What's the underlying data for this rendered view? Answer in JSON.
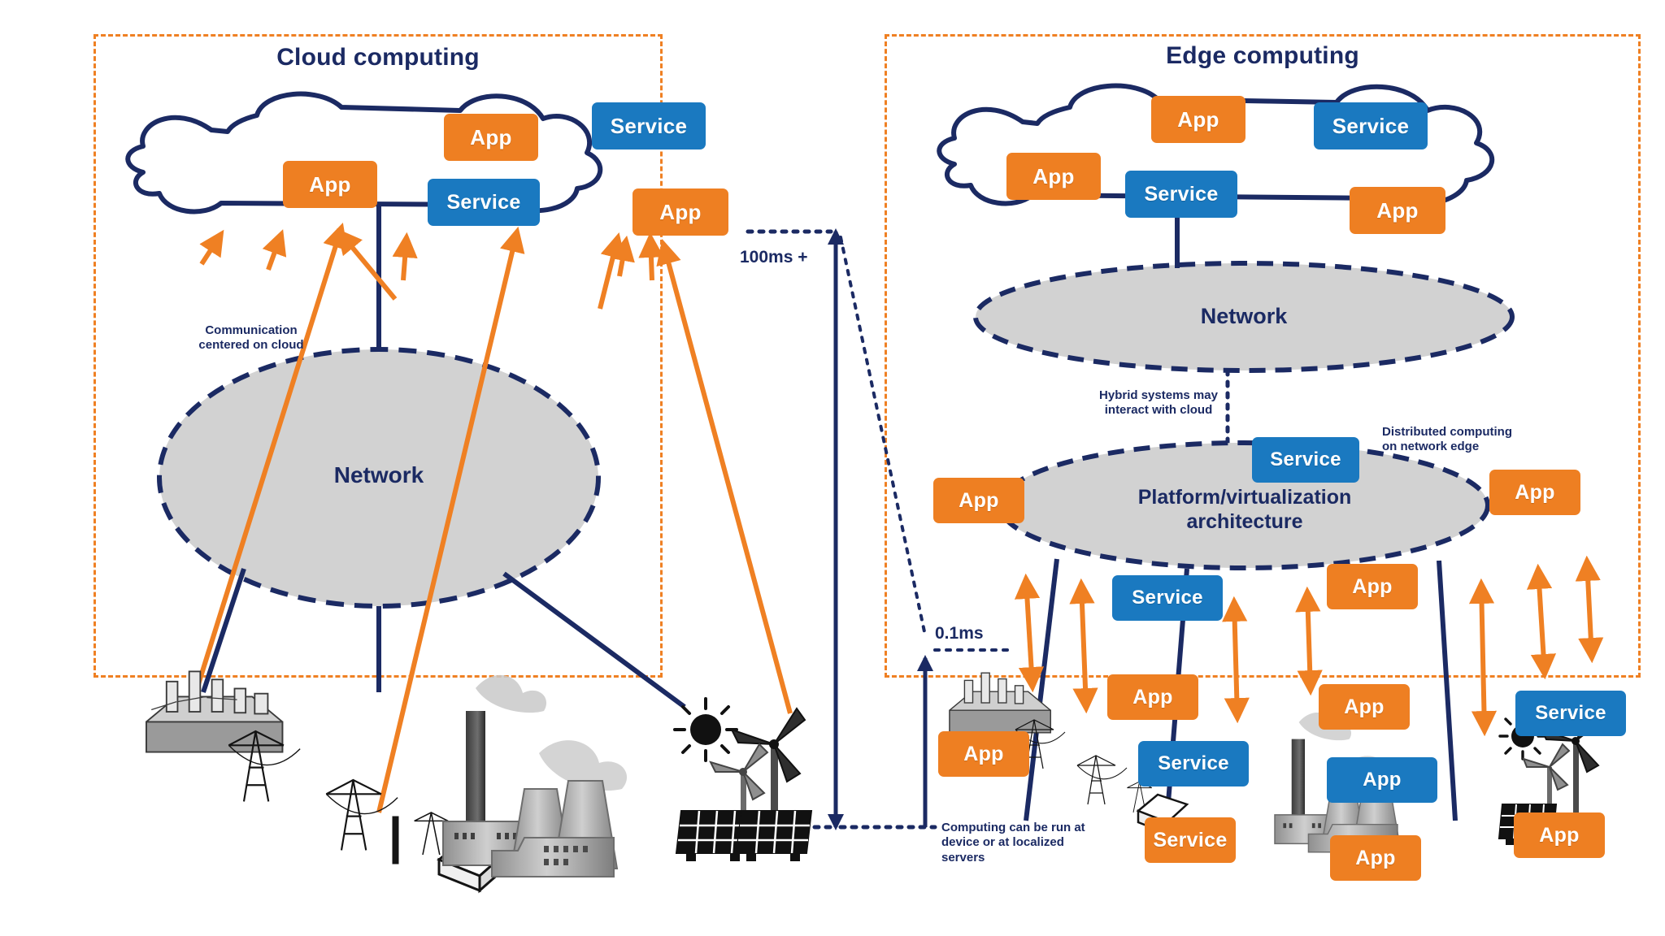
{
  "figure": {
    "type": "comparison-diagram",
    "panels": [
      {
        "id": "cloud",
        "title": "Cloud computing"
      },
      {
        "id": "edge",
        "title": "Edge computing"
      }
    ]
  },
  "colors": {
    "app_orange": "#ee7f22",
    "service_blue": "#1a79c0",
    "navy": "#1b2a63",
    "panel_border": "#ef8023",
    "ellipse_fill": "#d2d2d2",
    "arrow_orange": "#ef8023"
  },
  "cloud_panel": {
    "title": "Cloud computing",
    "cloud_chips": [
      {
        "label": "App",
        "kind": "app"
      },
      {
        "label": "Service",
        "kind": "service"
      },
      {
        "label": "App",
        "kind": "app"
      },
      {
        "label": "Service",
        "kind": "service"
      },
      {
        "label": "App",
        "kind": "app"
      }
    ],
    "network_label": "Network",
    "annotation": "Communication\ncentered on cloud",
    "latency": "100ms +",
    "devices": [
      "substation",
      "transmission-towers",
      "building",
      "power-plant",
      "solar-panels",
      "wind-turbines",
      "sun"
    ]
  },
  "edge_panel": {
    "title": "Edge computing",
    "cloud_chips": [
      {
        "label": "App",
        "kind": "app"
      },
      {
        "label": "Service",
        "kind": "service"
      },
      {
        "label": "App",
        "kind": "app"
      },
      {
        "label": "Service",
        "kind": "service"
      },
      {
        "label": "App",
        "kind": "app"
      }
    ],
    "network_label": "Network",
    "platform_label": "Platform/virtualization\narchitecture",
    "annotations": {
      "hybrid": "Hybrid systems may\ninteract with cloud",
      "distributed": "Distributed computing\non network edge",
      "localized": "Computing can be run at\ndevice or at localized\nservers"
    },
    "latency": "0.1ms",
    "edge_chips": [
      {
        "label": "App",
        "kind": "app"
      },
      {
        "label": "Service",
        "kind": "service"
      },
      {
        "label": "App",
        "kind": "app"
      },
      {
        "label": "Service",
        "kind": "service"
      },
      {
        "label": "App",
        "kind": "app"
      },
      {
        "label": "App",
        "kind": "app"
      },
      {
        "label": "App",
        "kind": "app"
      },
      {
        "label": "Service",
        "kind": "service"
      },
      {
        "label": "App",
        "kind": "app"
      },
      {
        "label": "Service",
        "kind": "service"
      },
      {
        "label": "App",
        "kind": "app"
      },
      {
        "label": "App",
        "kind": "app"
      },
      {
        "label": "Service",
        "kind": "service"
      },
      {
        "label": "App",
        "kind": "app"
      }
    ],
    "devices": [
      "substation",
      "transmission-towers",
      "building",
      "power-plant",
      "solar-panels",
      "wind-turbines",
      "sun"
    ]
  }
}
